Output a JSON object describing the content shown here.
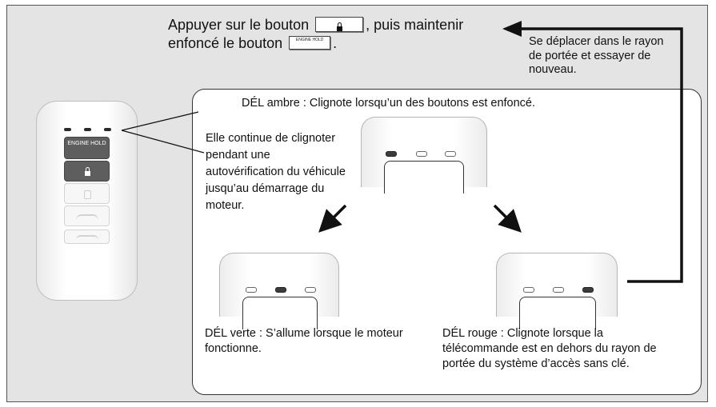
{
  "instruction": {
    "part1": "Appuyer sur le bouton",
    "part2": ", puis maintenir",
    "part3": "enfoncé le bouton",
    "part4": ".",
    "engine_key_label": "ENGINE HOLD"
  },
  "retry_note": "Se déplacer dans le rayon de portée et essayer de nouveau.",
  "amber_led_caption": "DÉL ambre : Clignote lorsqu’un des boutons est enfoncé.",
  "continue_caption": "Elle continue de clignoter pendant une autovérification du véhicule jusqu’au démarrage du moteur.",
  "green_led_caption": "DÉL verte : S’allume lorsque le moteur fonctionne.",
  "red_led_caption": "DÉL rouge : Clignote lorsque la télécommande est en dehors du rayon de portée du système d’accès sans clé.",
  "fob": {
    "engine_button_label": "ENGINE HOLD",
    "icons": [
      "lock-icon",
      "unlock-icon",
      "trunk-icon",
      "panic-icon"
    ]
  },
  "colors": {
    "background": "#e4e4e4",
    "panel": "#ffffff",
    "arrow": "#111111"
  }
}
